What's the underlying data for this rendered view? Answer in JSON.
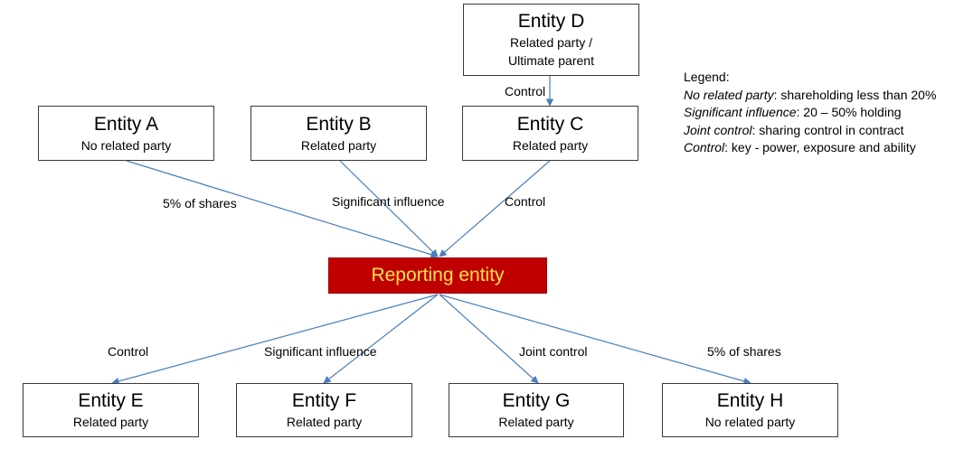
{
  "entities": {
    "d": {
      "name": "Entity D",
      "sub1": "Related party /",
      "sub2": "Ultimate parent"
    },
    "a": {
      "name": "Entity A",
      "sub": "No related party"
    },
    "b": {
      "name": "Entity B",
      "sub": "Related party"
    },
    "c": {
      "name": "Entity C",
      "sub": "Related party"
    },
    "e": {
      "name": "Entity E",
      "sub": "Related party"
    },
    "f": {
      "name": "Entity F",
      "sub": "Related party"
    },
    "g": {
      "name": "Entity G",
      "sub": "Related party"
    },
    "h": {
      "name": "Entity H",
      "sub": "No related party"
    }
  },
  "reporting_entity": "Reporting entity",
  "edge_labels": {
    "d_c": "Control",
    "a_r": "5% of shares",
    "b_r": "Significant influence",
    "c_r": "Control",
    "r_e": "Control",
    "r_f": "Significant influence",
    "r_g": "Joint control",
    "r_h": "5% of shares"
  },
  "legend": {
    "title": "Legend:",
    "items": [
      {
        "term": "No related party",
        "desc": ": shareholding less than 20%"
      },
      {
        "term": "Significant influence",
        "desc": ": 20 – 50% holding"
      },
      {
        "term": "Joint control",
        "desc": ": sharing control in contract"
      },
      {
        "term": "Control",
        "desc": ": key - power, exposure and ability"
      }
    ]
  },
  "colors": {
    "reporting_bg": "#c00000",
    "reporting_text": "#ffe14d",
    "arrow": "#4a7ebb",
    "box_border": "#3a3a3a"
  }
}
